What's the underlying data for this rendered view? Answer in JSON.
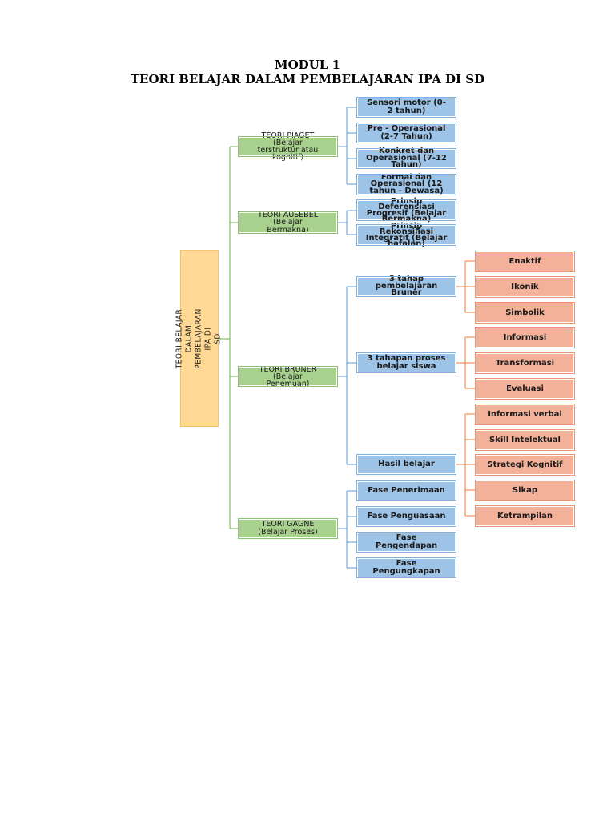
{
  "header": {
    "line1": "MODUL 1",
    "line2": "TEORI BELAJAR DALAM PEMBELAJARAN IPA DI SD"
  },
  "colors": {
    "root": "#ffd993",
    "level1": "#a9d18e",
    "level2": "#9dc3e6",
    "level3": "#f4b19a",
    "line_green": "#70ad47",
    "line_blue": "#5b9bd5",
    "line_orange": "#ed7d31"
  },
  "diagram": {
    "root": "TEORI BELAJAR DALAM PEMBELAJARAN IPA DI\nSD",
    "theories": [
      {
        "label": "TEORI PIAGET\n(Belajar\nterstruktur atau\nkognitif)",
        "children": [
          {
            "label": "Sensori motor (0-\n2 tahun)"
          },
          {
            "label": "Pre - Operasional\n(2-7 Tahun)"
          },
          {
            "label": "Konkret dan\nOperasional (7-12\nTahun)"
          },
          {
            "label": "Formal dan\nOperasional (12\ntahun - Dewasa)"
          }
        ]
      },
      {
        "label": "TEORI AUSEBEL\n(Belajar\nBermakna)",
        "children": [
          {
            "label": "Prinsip\nDeferensiasi\nProgresif (Belajar\nBermakna)"
          },
          {
            "label": "Prinsip\nRekonsiliasi\nIntegratif (Belajar\nhafalan)"
          }
        ]
      },
      {
        "label": "TEORI BRUNER\n(Belajar\nPenemuan)",
        "children": [
          {
            "label": "3 tahap\npembelajaran\nBruner",
            "children": [
              "Enaktif",
              "Ikonik",
              "Simbolik"
            ]
          },
          {
            "label": "3 tahapan proses\nbelajar siswa",
            "children": [
              "Informasi",
              "Transformasi",
              "Evaluasi"
            ]
          },
          {
            "label": "Hasil belajar",
            "children": [
              "Informasi verbal",
              "Skill Intelektual",
              "Strategi Kognitif",
              "Sikap",
              "Ketrampilan"
            ]
          }
        ]
      },
      {
        "label": "TEORI GAGNE\n(Belajar Proses)",
        "children": [
          {
            "label": "Fase Penerimaan"
          },
          {
            "label": "Fase Penguasaan"
          },
          {
            "label": "Fase\nPengendapan"
          },
          {
            "label": "Fase\nPengungkapan"
          }
        ]
      }
    ]
  }
}
